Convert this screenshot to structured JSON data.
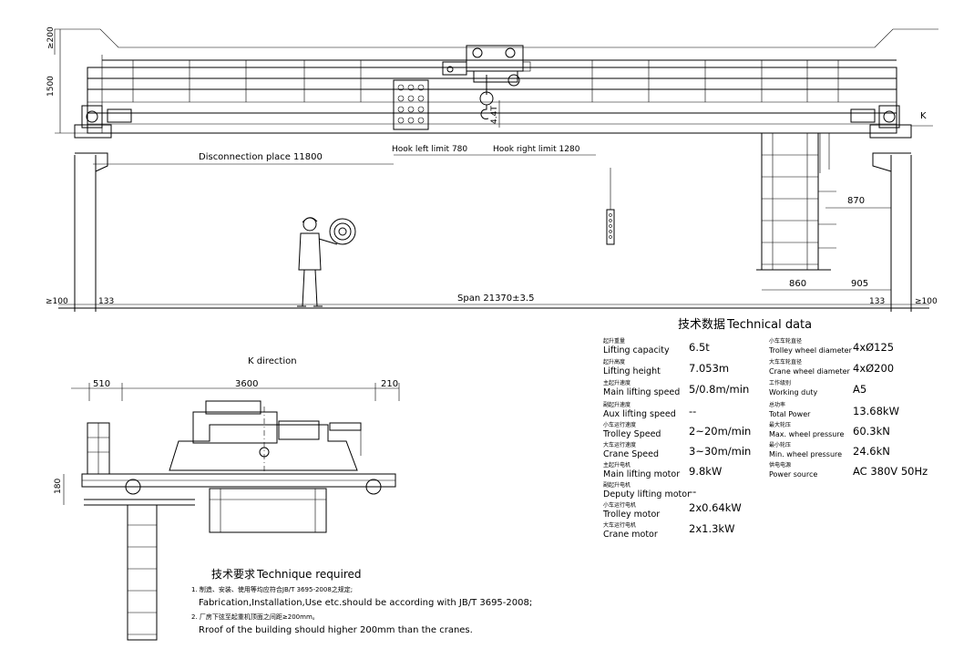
{
  "dimensions": {
    "top_clearance": "≥200",
    "height_1500": "1500",
    "k_arrow": "K",
    "hook_height": "4.4T",
    "disconnection": "Disconnection place 11800",
    "hook_left": "Hook left limit 780",
    "hook_right": "Hook right limit 1280",
    "d870": "870",
    "d860": "860",
    "d905": "905",
    "left_min": "≥100",
    "left_133": "133",
    "span": "Span 21370±3.5",
    "right_133": "133",
    "right_min": "≥100"
  },
  "k_view": {
    "title": "K direction",
    "d510": "510",
    "d3600": "3600",
    "d210": "210",
    "d180": "180"
  },
  "technical_data": {
    "title_cn": "技术数据",
    "title": "Technical data",
    "left": [
      {
        "cn": "起升重量",
        "name": "Lifting capacity",
        "value": "6.5t"
      },
      {
        "cn": "起升高度",
        "name": "Lifting height",
        "value": "7.053m"
      },
      {
        "cn": "主起升速度",
        "name": "Main lifting speed",
        "value": "5/0.8m/min"
      },
      {
        "cn": "副起升速度",
        "name": "Aux lifting speed",
        "value": "--"
      },
      {
        "cn": "小车运行速度",
        "name": "Trolley Speed",
        "value": "2~20m/min"
      },
      {
        "cn": "大车运行速度",
        "name": "Crane Speed",
        "value": "3~30m/min"
      },
      {
        "cn": "主起升电机",
        "name": "Main lifting motor",
        "value": "9.8kW"
      },
      {
        "cn": "副起升电机",
        "name": "Deputy lifting motor",
        "value": "--"
      },
      {
        "cn": "小车运行电机",
        "name": "Trolley motor",
        "value": "2x0.64kW"
      },
      {
        "cn": "大车运行电机",
        "name": "Crane motor",
        "value": "2x1.3kW"
      }
    ],
    "right": [
      {
        "cn": "小车车轮直径",
        "name": "Trolley wheel diameter",
        "value": "4xØ125"
      },
      {
        "cn": "大车车轮直径",
        "name": "Crane wheel diameter",
        "value": "4xØ200"
      },
      {
        "cn": "工作级别",
        "name": "Working duty",
        "value": "A5"
      },
      {
        "cn": "总功率",
        "name": "Total Power",
        "value": "13.68kW"
      },
      {
        "cn": "最大轮压",
        "name": "Max. wheel pressure",
        "value": "60.3kN"
      },
      {
        "cn": "最小轮压",
        "name": "Min. wheel pressure",
        "value": "24.6kN"
      },
      {
        "cn": "供电电源",
        "name": "Power source",
        "value": "AC 380V 50Hz"
      }
    ]
  },
  "notes": {
    "title_cn": "技术要求",
    "title": "Technique required",
    "line1_cn": "1. 制造、安装、使用等均应符合JB/T 3695-2008之规定;",
    "line1": "Fabrication,Installation,Use etc.should be according with JB/T 3695-2008;",
    "line2_cn": "2. 厂房下弦至起重机顶面之间距≥200mm。",
    "line2": "Rroof of the building should higher 200mm than the cranes."
  }
}
